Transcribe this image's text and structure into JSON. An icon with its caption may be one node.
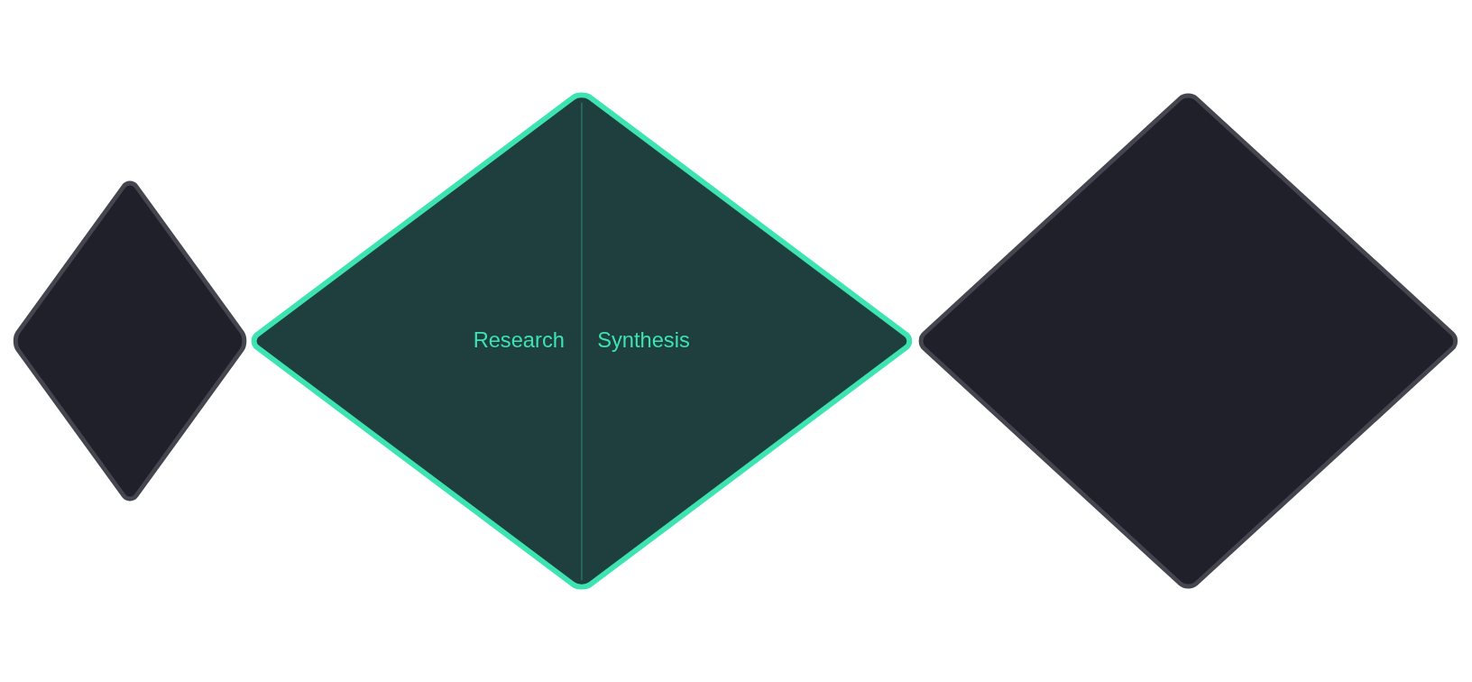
{
  "diagram": {
    "nodes": [
      {
        "text": [],
        "shape": "diamond"
      },
      {
        "text": [
          "Research",
          "Synthesis"
        ]
      },
      {
        "text": [],
        "shape": "diamond"
      }
    ]
  }
}
